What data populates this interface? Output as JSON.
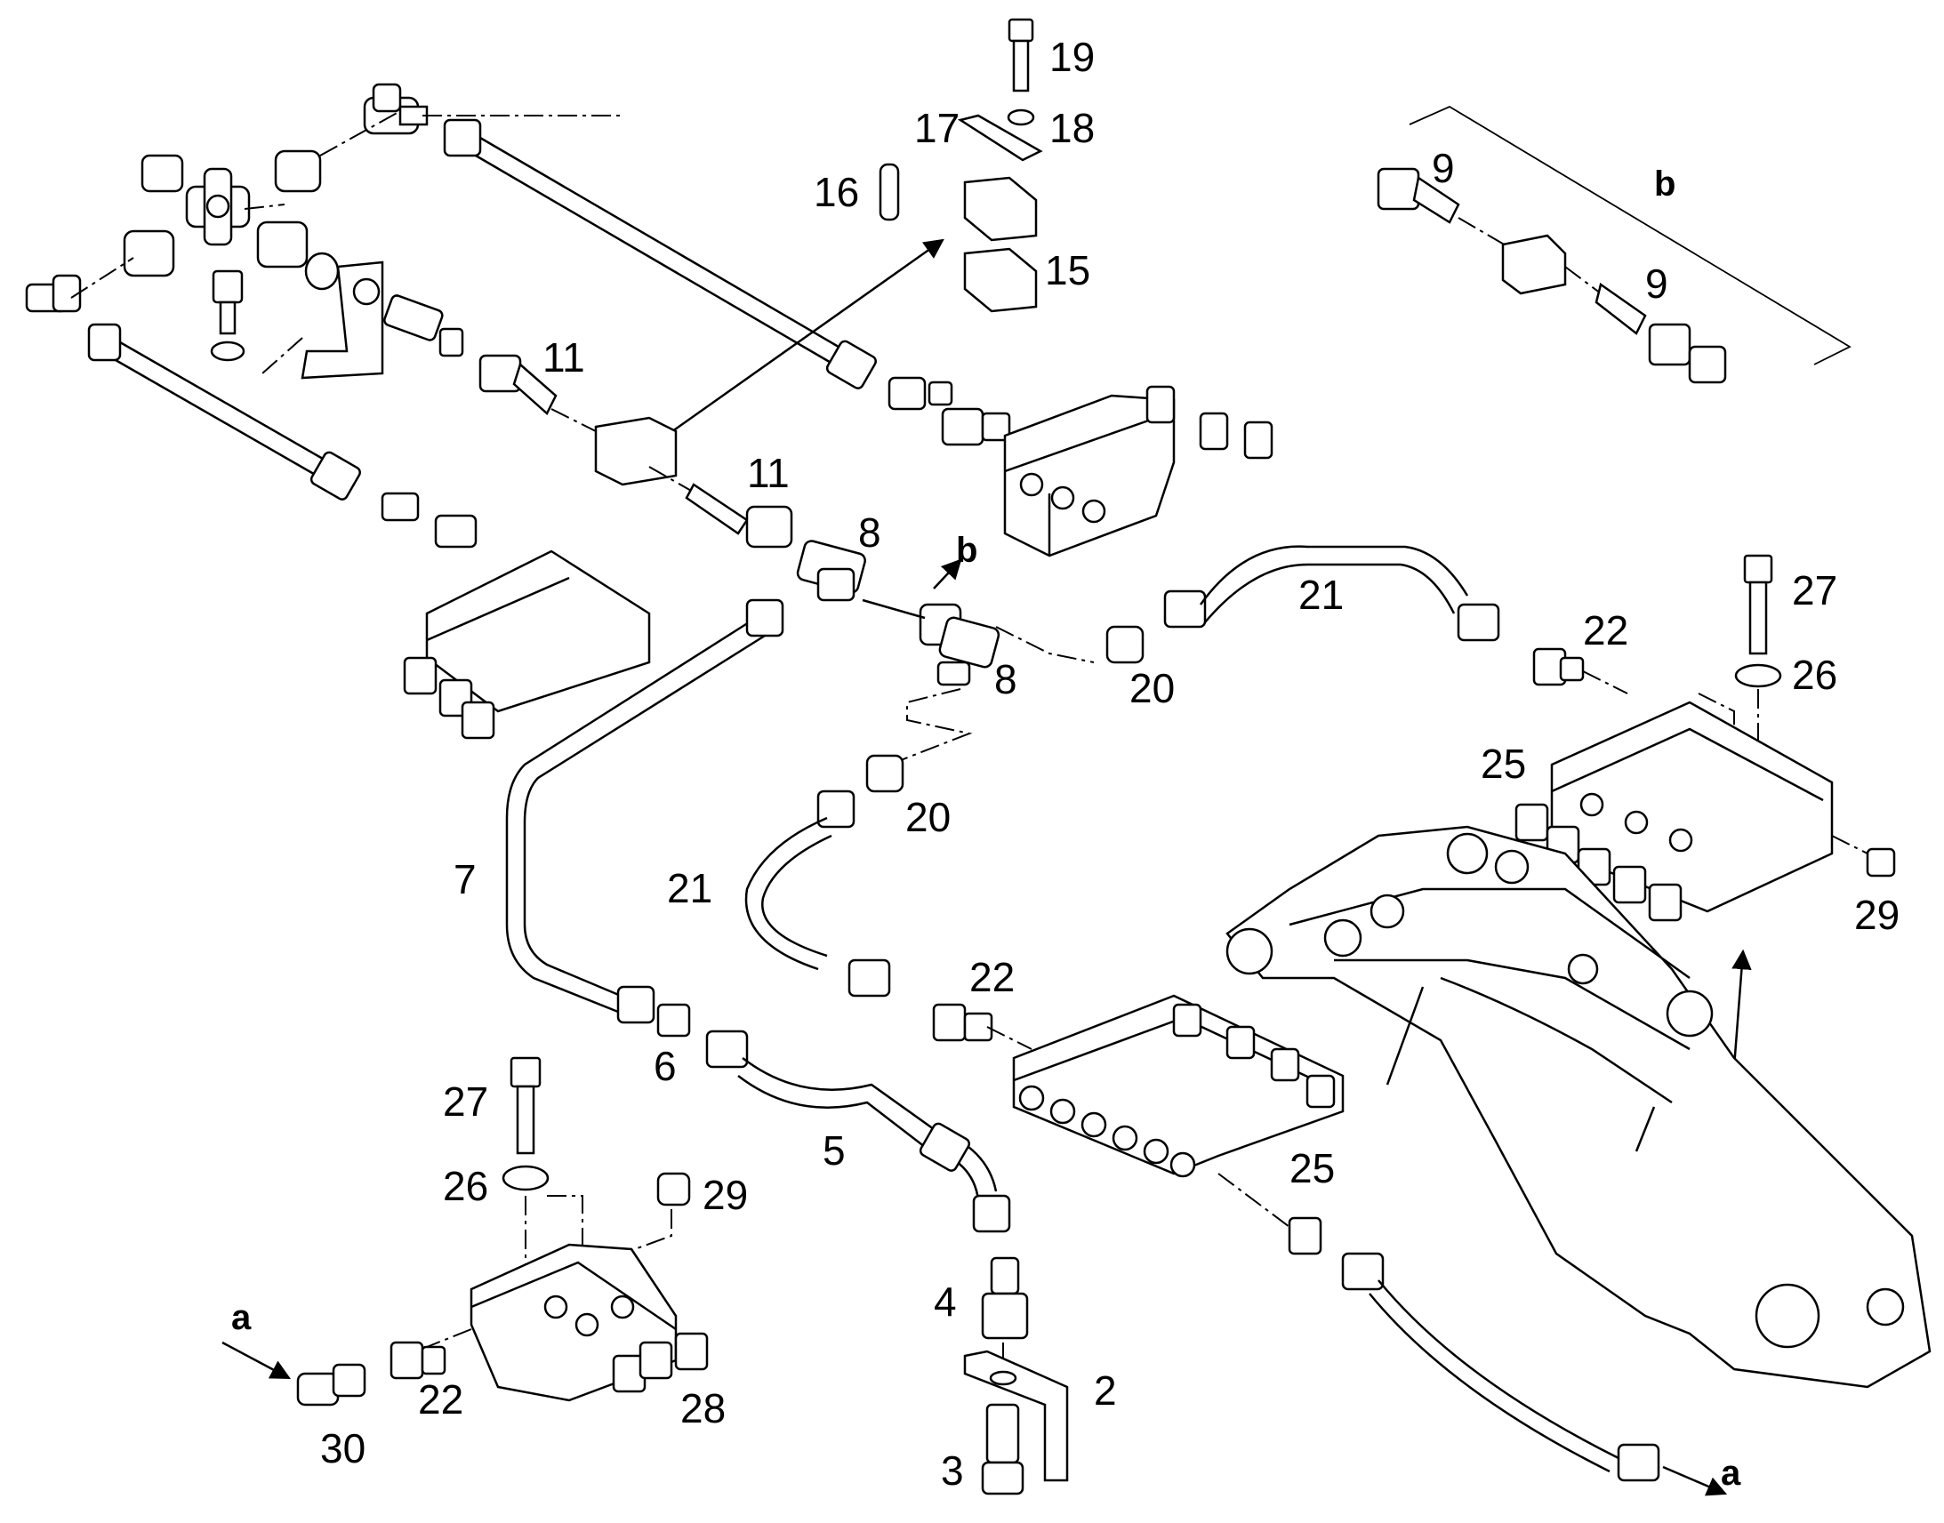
{
  "callouts": {
    "n2": "2",
    "n3": "3",
    "n4": "4",
    "n5": "5",
    "n6": "6",
    "n7": "7",
    "n8": "8",
    "n9": "9",
    "n11": "11",
    "n15": "15",
    "n16": "16",
    "n17": "17",
    "n18": "18",
    "n19": "19",
    "n20": "20",
    "n21": "21",
    "n22": "22",
    "n25": "25",
    "n26": "26",
    "n27": "27",
    "n28": "28",
    "n29": "29",
    "n30": "30",
    "a": "a",
    "b": "b"
  },
  "icons": [
    "hose-fitting-icon",
    "hydraulic-block-icon",
    "bolt-icon",
    "washer-icon",
    "clamp-icon",
    "boom-arm-icon",
    "arrow-icon"
  ]
}
